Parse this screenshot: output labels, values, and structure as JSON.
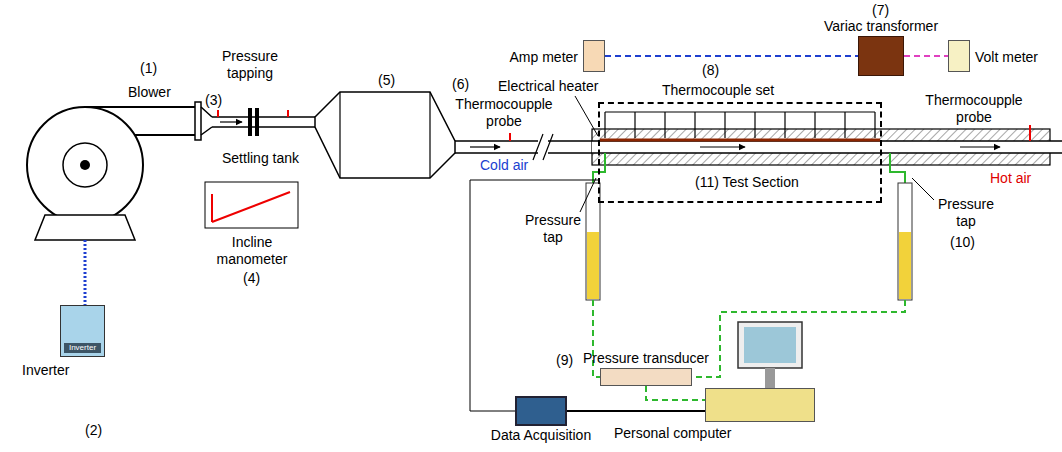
{
  "diagram": {
    "nodes": [
      {
        "text": [
          "Inverter"
        ]
      },
      {
        "text": [
          "Variac transformer"
        ]
      },
      {
        "text": [
          "Amp meter"
        ]
      },
      {
        "text": [
          "Volt meter"
        ]
      },
      {
        "text": [
          "(11) Test Section"
        ]
      },
      {
        "text": [
          "Pressure transducer"
        ]
      },
      {
        "text": [
          "Data Acquisition"
        ]
      },
      {
        "text": [
          "Personal computer"
        ]
      }
    ],
    "edges": [
      {
        "from": 2,
        "to": 1,
        "arrow": "none"
      },
      {
        "from": 1,
        "to": 3,
        "arrow": "none"
      },
      {
        "from": 5,
        "to": 7,
        "arrow": "none"
      },
      {
        "from": 6,
        "to": 7,
        "arrow": "none"
      }
    ],
    "labels": [
      "(1)",
      "Blower",
      "Inverter",
      "(2)",
      "(3)",
      "Pressure tapping",
      "Settling tank",
      "Incline manometer",
      "(4)",
      "(5)",
      "(6)",
      "Thermocoupple probe",
      "Cold air",
      "Pressure tap",
      "(7)",
      "Electrical heater",
      "(8)",
      "Thermocouple set",
      "Thermocoupple probe",
      "Hot air",
      "Pressure tap",
      "(10)",
      "(9)"
    ]
  }
}
